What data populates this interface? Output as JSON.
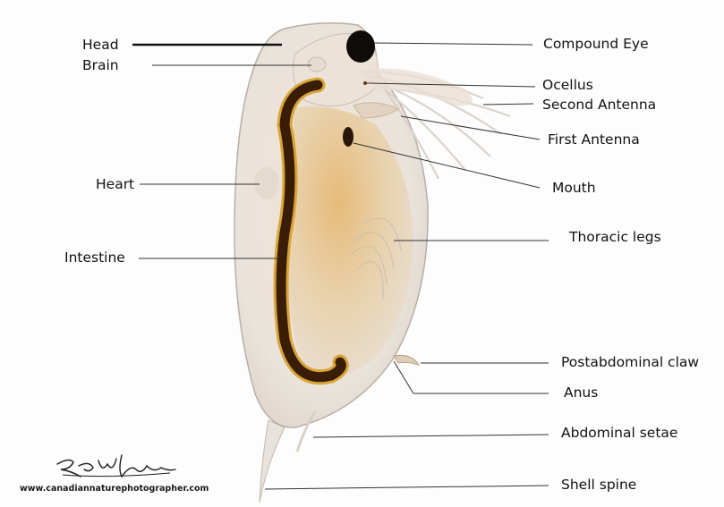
{
  "labels": {
    "head": "Head",
    "brain": "Brain",
    "heart": "Heart",
    "intestine": "Intestine",
    "compound_eye": "Compound Eye",
    "ocellus": "Ocellus",
    "second_antenna": "Second Antenna",
    "first_antenna": "First Antenna",
    "mouth": "Mouth",
    "thoracic_legs": "Thoracic legs",
    "postabdominal_claw": "Postabdominal claw",
    "anus": "Anus",
    "abdominal_setae": "Abdominal setae",
    "shell_spine": "Shell spine"
  },
  "credit": {
    "signature": "Robert Berdan",
    "website": "www.canadiannaturephotographer.com"
  },
  "colors": {
    "shell": "#e6e0da",
    "shell_edge": "#b9aea4",
    "gut_dark": "#3a1d07",
    "gut_glow": "#d79a1c",
    "leader_line": "#333333"
  }
}
